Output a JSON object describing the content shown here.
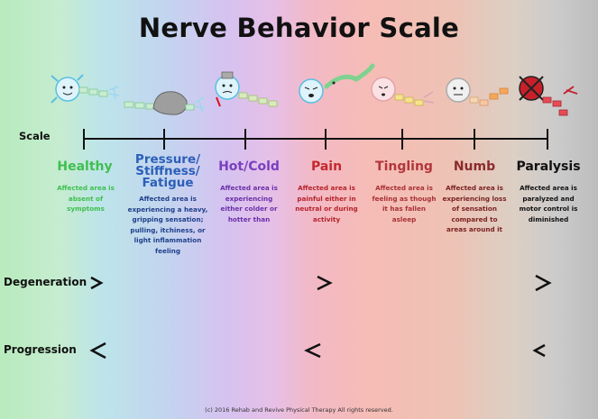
{
  "title": "Nerve Behavior Scale",
  "scale_label": "Scale",
  "categories": [
    {
      "label": "Healthy",
      "desc": "Affected area is absent of symptoms",
      "color": "#3fbf4f",
      "desc_color": "#3fbf4f"
    },
    {
      "label": "Pressure/ Stiffness/ Fatigue",
      "desc": "Affected area is experiencing a heavy, gripping sensation; pulling, itchiness, or light inflammation feeling",
      "color": "#2b5fb8",
      "desc_color": "#1f3f8a"
    },
    {
      "label": "Hot/Cold",
      "desc": "Affected area is experiencing either colder or hotter than",
      "color": "#7a3fbf",
      "desc_color": "#6a2fa8"
    },
    {
      "label": "Pain",
      "desc": "Affected area is painful either in neutral or during activity",
      "color": "#c4282e",
      "desc_color": "#b5222a"
    },
    {
      "label": "Tingling",
      "desc": "Affected area is feeling as though it has fallen asleep",
      "color": "#b2363c",
      "desc_color": "#a83036"
    },
    {
      "label": "Numb",
      "desc": "Affected area is experiencing loss of sensation compared to areas around it",
      "color": "#8a2b2b",
      "desc_color": "#7a2222"
    },
    {
      "label": "Paralysis",
      "desc": "Affected area is paralyzed and motor control is diminished",
      "color": "#111111",
      "desc_color": "#111111"
    }
  ],
  "degeneration_label": "Degeneration",
  "progression_label": "Progression",
  "footer": "(c) 2016 Rehab and Revive Physical Therapy All rights reserved."
}
